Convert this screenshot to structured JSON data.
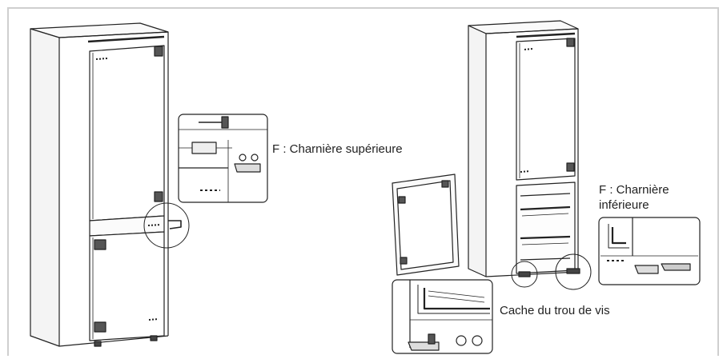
{
  "labels": {
    "top_hinge": "F : Charnière supérieure",
    "bottom_hinge_line1": "F : Charnière",
    "bottom_hinge_line2": "inférieure",
    "screw_cover": "Cache du trou de vis"
  },
  "colors": {
    "line": "#222222",
    "light_line": "#9a9a9a",
    "frame": "#cfcfcf",
    "text": "#222222"
  }
}
